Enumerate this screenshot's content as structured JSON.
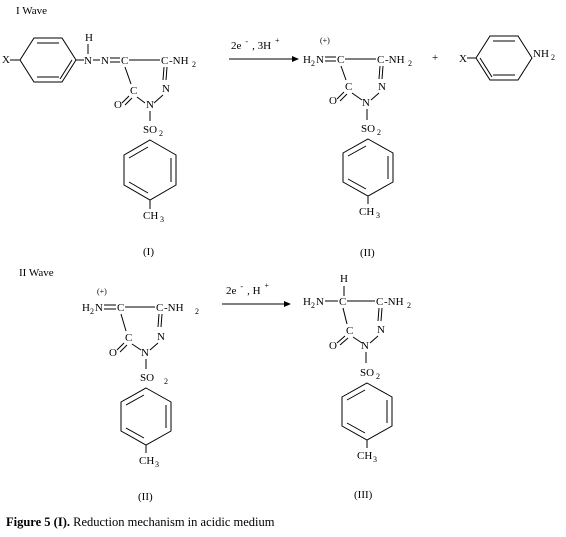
{
  "waves": {
    "w1": "I Wave",
    "w2": "II Wave"
  },
  "arrows": {
    "a1": {
      "main": "2e",
      "sup1": "-",
      "mid": ", 3H",
      "sup2": "+"
    },
    "a2": {
      "main": "2e",
      "sup1": "-",
      "mid": ", H",
      "sup2": "+"
    }
  },
  "labels": {
    "X": "X",
    "H": "H",
    "N": "N",
    "C": "C",
    "O": "O",
    "NH2": "-NH",
    "sub2": "2",
    "NH": "NH",
    "H2N": "H",
    "SO": "SO",
    "CH": "CH",
    "sub3": "3",
    "plus_charge": "(+)",
    "plus": "+"
  },
  "compounds": {
    "c1": "(I)",
    "c2": "(II)",
    "c3": "(II)",
    "c4": "(III)"
  },
  "caption": {
    "bold": "Figure 5 (I).",
    "text": " Reduction mechanism in acidic medium"
  }
}
